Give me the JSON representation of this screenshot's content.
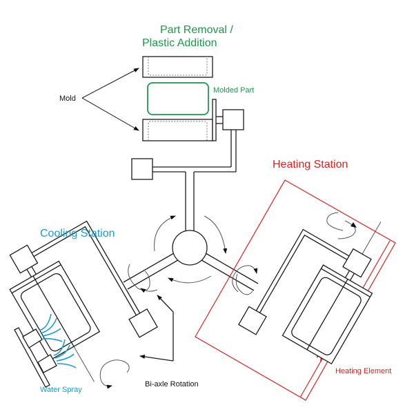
{
  "title_top": [
    "Part Removal /",
    "Plastic Addition"
  ],
  "labels": {
    "mold": "Mold",
    "molded_part": "Molded Part",
    "heating_station": "Heating Station",
    "cooling_station": "Cooling Station",
    "heating_element": "Heating Element",
    "water_spray": "Water Spray",
    "bi_axle_rotation": "Bi-axle Rotation"
  },
  "colors": {
    "part_removal": "#1a9a4a",
    "heating": "#e02020",
    "cooling": "#1a9ad6",
    "outline": "#1a1a1a"
  }
}
